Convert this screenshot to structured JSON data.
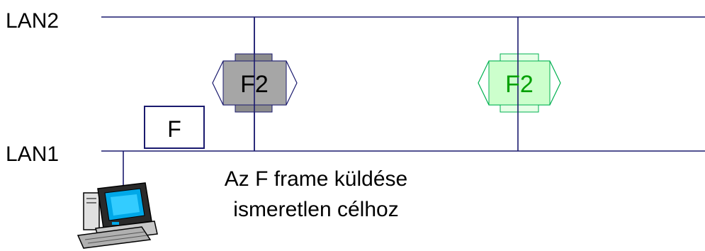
{
  "networks": {
    "lan2_label": "LAN2",
    "lan1_label": "LAN1"
  },
  "bridges": [
    {
      "label": "F2",
      "state": "gray"
    },
    {
      "label": "F2",
      "state": "green"
    }
  ],
  "frame": {
    "label": "F"
  },
  "caption": {
    "line1": "Az F frame küldése",
    "line2": "ismeretlen célhoz"
  },
  "colors": {
    "line": "#1a1a6e",
    "bridge_gray_fill": "#a6a6a6",
    "bridge_green_fill": "#ccffcc",
    "bridge_green_text": "#00a000",
    "frame_border": "#1a1a6e"
  },
  "icons": {
    "computer": "computer-icon"
  }
}
